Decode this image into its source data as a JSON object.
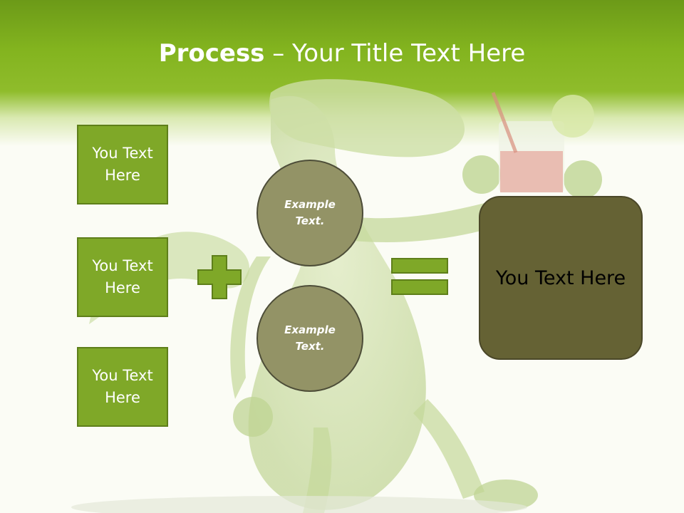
{
  "title": {
    "bold": "Process",
    "rest": " – Your Title Text Here"
  },
  "left_boxes": [
    {
      "label": "You Text Here"
    },
    {
      "label": "You Text Here"
    },
    {
      "label": "You Text Here"
    }
  ],
  "circles": [
    {
      "label": "Example Text."
    },
    {
      "label": "Example Text."
    }
  ],
  "result": {
    "label": "You Text Here"
  },
  "colors": {
    "header_green": "#83b41f",
    "box_green": "#7fa828",
    "circle_fill": "#939366",
    "result_fill": "#656234"
  },
  "icons": {
    "operator_1": "plus-icon",
    "operator_2": "equals-icon"
  }
}
